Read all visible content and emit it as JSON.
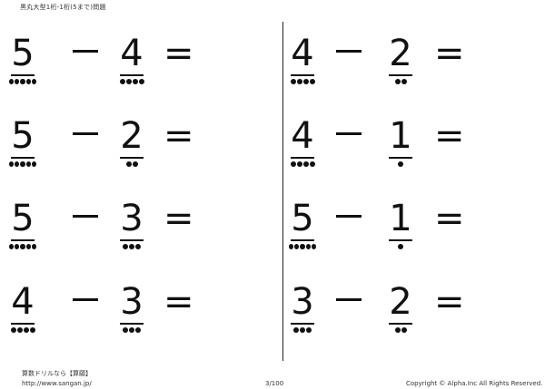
{
  "header": {
    "title": "黒丸大型1桁-1桁(5まで)問題"
  },
  "problems": [
    {
      "a": "5",
      "a_dots": 5,
      "op": "－",
      "b": "4",
      "b_dots": 4,
      "eq": "="
    },
    {
      "a": "5",
      "a_dots": 5,
      "op": "－",
      "b": "2",
      "b_dots": 2,
      "eq": "="
    },
    {
      "a": "5",
      "a_dots": 5,
      "op": "－",
      "b": "3",
      "b_dots": 3,
      "eq": "="
    },
    {
      "a": "4",
      "a_dots": 4,
      "op": "－",
      "b": "3",
      "b_dots": 3,
      "eq": "="
    },
    {
      "a": "4",
      "a_dots": 4,
      "op": "－",
      "b": "2",
      "b_dots": 2,
      "eq": "="
    },
    {
      "a": "4",
      "a_dots": 4,
      "op": "－",
      "b": "1",
      "b_dots": 1,
      "eq": "="
    },
    {
      "a": "5",
      "a_dots": 5,
      "op": "－",
      "b": "1",
      "b_dots": 1,
      "eq": "="
    },
    {
      "a": "3",
      "a_dots": 3,
      "op": "－",
      "b": "2",
      "b_dots": 2,
      "eq": "="
    }
  ],
  "footer": {
    "site_name": "算数ドリルなら【算願】",
    "url": "http://www.sangan.jp/",
    "page": "3/100",
    "copyright": "Copyright © Alpha.Inc All Rights Reserved."
  }
}
